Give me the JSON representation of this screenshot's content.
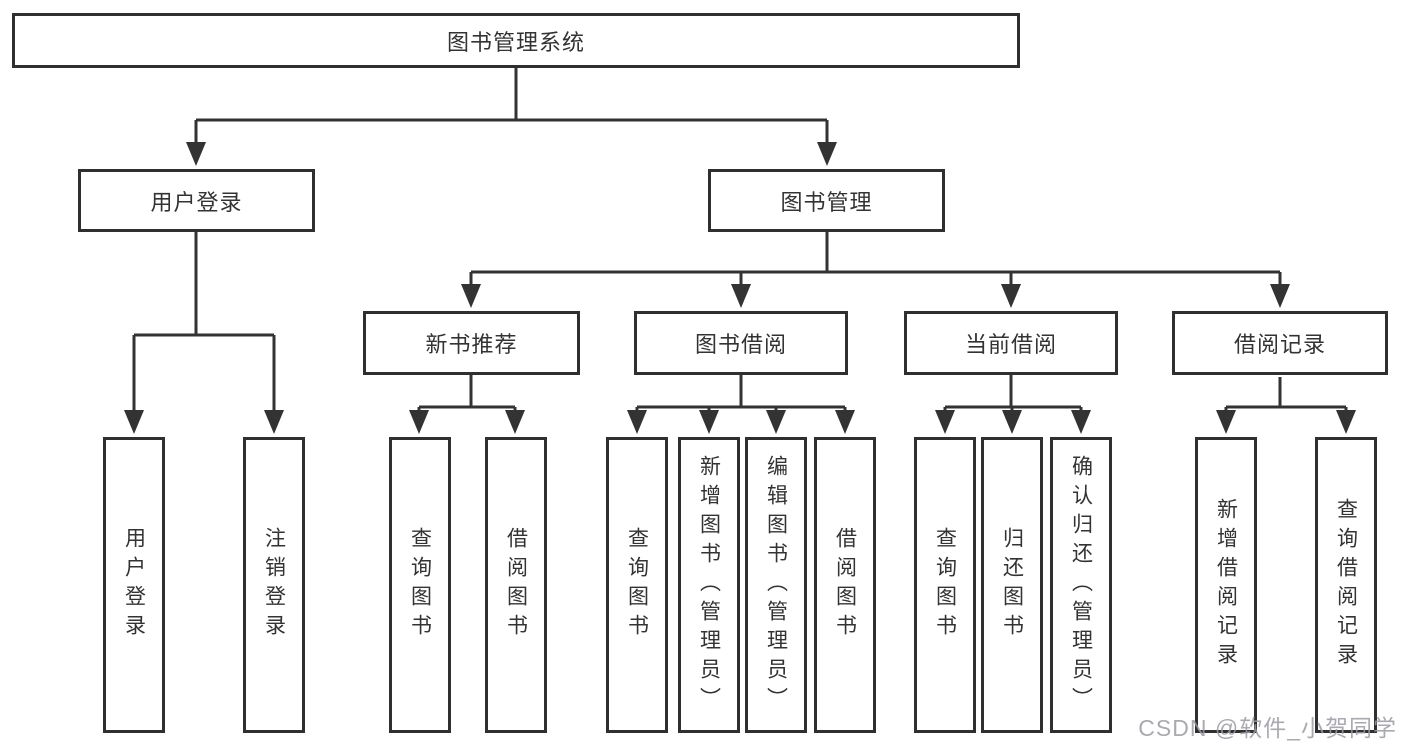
{
  "diagram": {
    "title_node": {
      "label": "图书管理系统"
    },
    "level2": [
      {
        "label": "用户登录"
      },
      {
        "label": "图书管理"
      }
    ],
    "level3": [
      {
        "label": "新书推荐"
      },
      {
        "label": "图书借阅"
      },
      {
        "label": "当前借阅"
      },
      {
        "label": "借阅记录"
      }
    ],
    "leaves": {
      "user_login": [
        {
          "label": "用户登录"
        },
        {
          "label": "注销登录"
        }
      ],
      "new_book": [
        {
          "label": "查询图书"
        },
        {
          "label": "借阅图书"
        }
      ],
      "book_borrow": [
        {
          "label": "查询图书"
        },
        {
          "label": "新增图书（管理员）"
        },
        {
          "label": "编辑图书（管理员）"
        },
        {
          "label": "借阅图书"
        }
      ],
      "current_borrow": [
        {
          "label": "查询图书"
        },
        {
          "label": "归还图书"
        },
        {
          "label": "确认归还（管理员）"
        }
      ],
      "borrow_records": [
        {
          "label": "新增借阅记录"
        },
        {
          "label": "查询借阅记录"
        }
      ]
    },
    "watermark": "CSDN @软件_小贺同学",
    "colors": {
      "line": "#333333",
      "box_border": "#2f2f2f",
      "box_fill": "#ffffff",
      "text": "#333333",
      "watermark": "#9b9ba3"
    }
  }
}
